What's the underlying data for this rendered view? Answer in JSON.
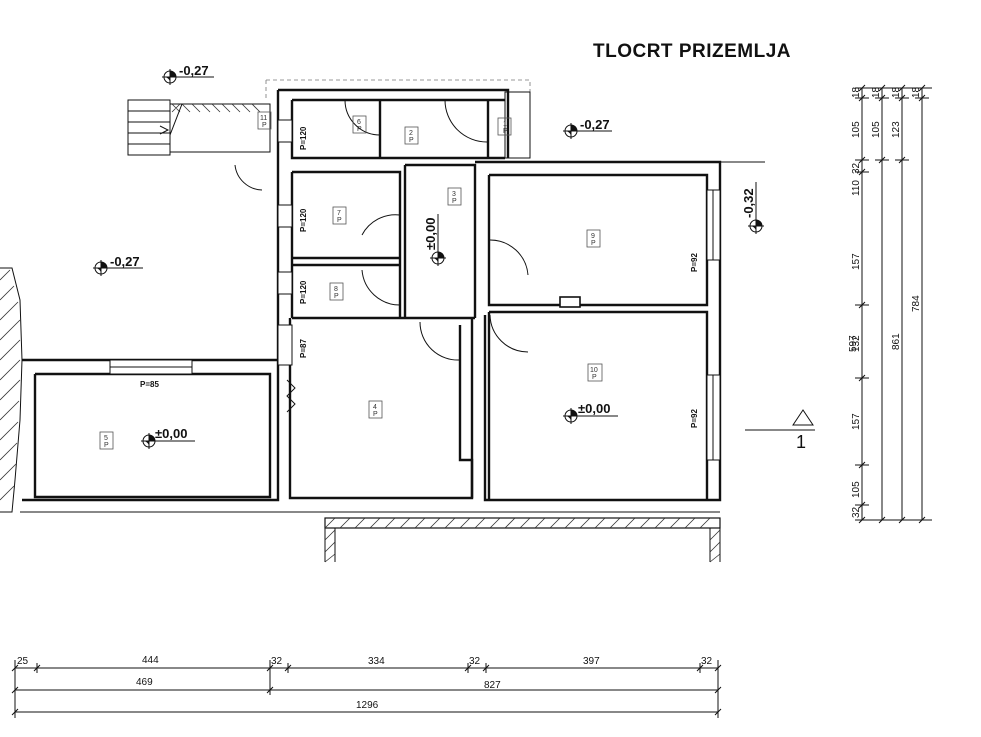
{
  "title": "TLOCRT PRIZEMLJA",
  "levels": {
    "l1": "-0,27",
    "l2": "-0,27",
    "l3": "-0,27",
    "l4": "-0,32",
    "l5": "±0,00",
    "l6": "±0,00",
    "l7": "±0,00"
  },
  "rooms": {
    "r1": {
      "num": "1",
      "sub": "P"
    },
    "r2": {
      "num": "2",
      "sub": "P"
    },
    "r3": {
      "num": "3",
      "sub": "P"
    },
    "r4": {
      "num": "4",
      "sub": "P"
    },
    "r5": {
      "num": "5",
      "sub": "P"
    },
    "r6": {
      "num": "6",
      "sub": "P"
    },
    "r7": {
      "num": "7",
      "sub": "P"
    },
    "r8": {
      "num": "8",
      "sub": "P"
    },
    "r9": {
      "num": "9",
      "sub": "P"
    },
    "r10": {
      "num": "10",
      "sub": "P"
    },
    "r11": {
      "num": "11",
      "sub": "P"
    }
  },
  "openings": {
    "p1": "P=120",
    "p2": "P=120",
    "p3": "P=120",
    "p4": "P=87",
    "p5": "P=85",
    "p6": "P=92",
    "p7": "P=92"
  },
  "section": "1",
  "dims_bottom": {
    "r1": [
      "25",
      "444",
      "32",
      "334",
      "32",
      "397",
      "32"
    ],
    "r2": [
      "469",
      "827"
    ],
    "r3": [
      "1296"
    ]
  },
  "dims_right": {
    "c1": [
      "18",
      "105",
      "32",
      "110",
      "157",
      "132",
      "157",
      "105",
      "32"
    ],
    "c2": [
      "18",
      "105",
      "597"
    ],
    "c3": [
      "18",
      "123",
      "861"
    ],
    "c4": [
      "18",
      "784"
    ]
  }
}
